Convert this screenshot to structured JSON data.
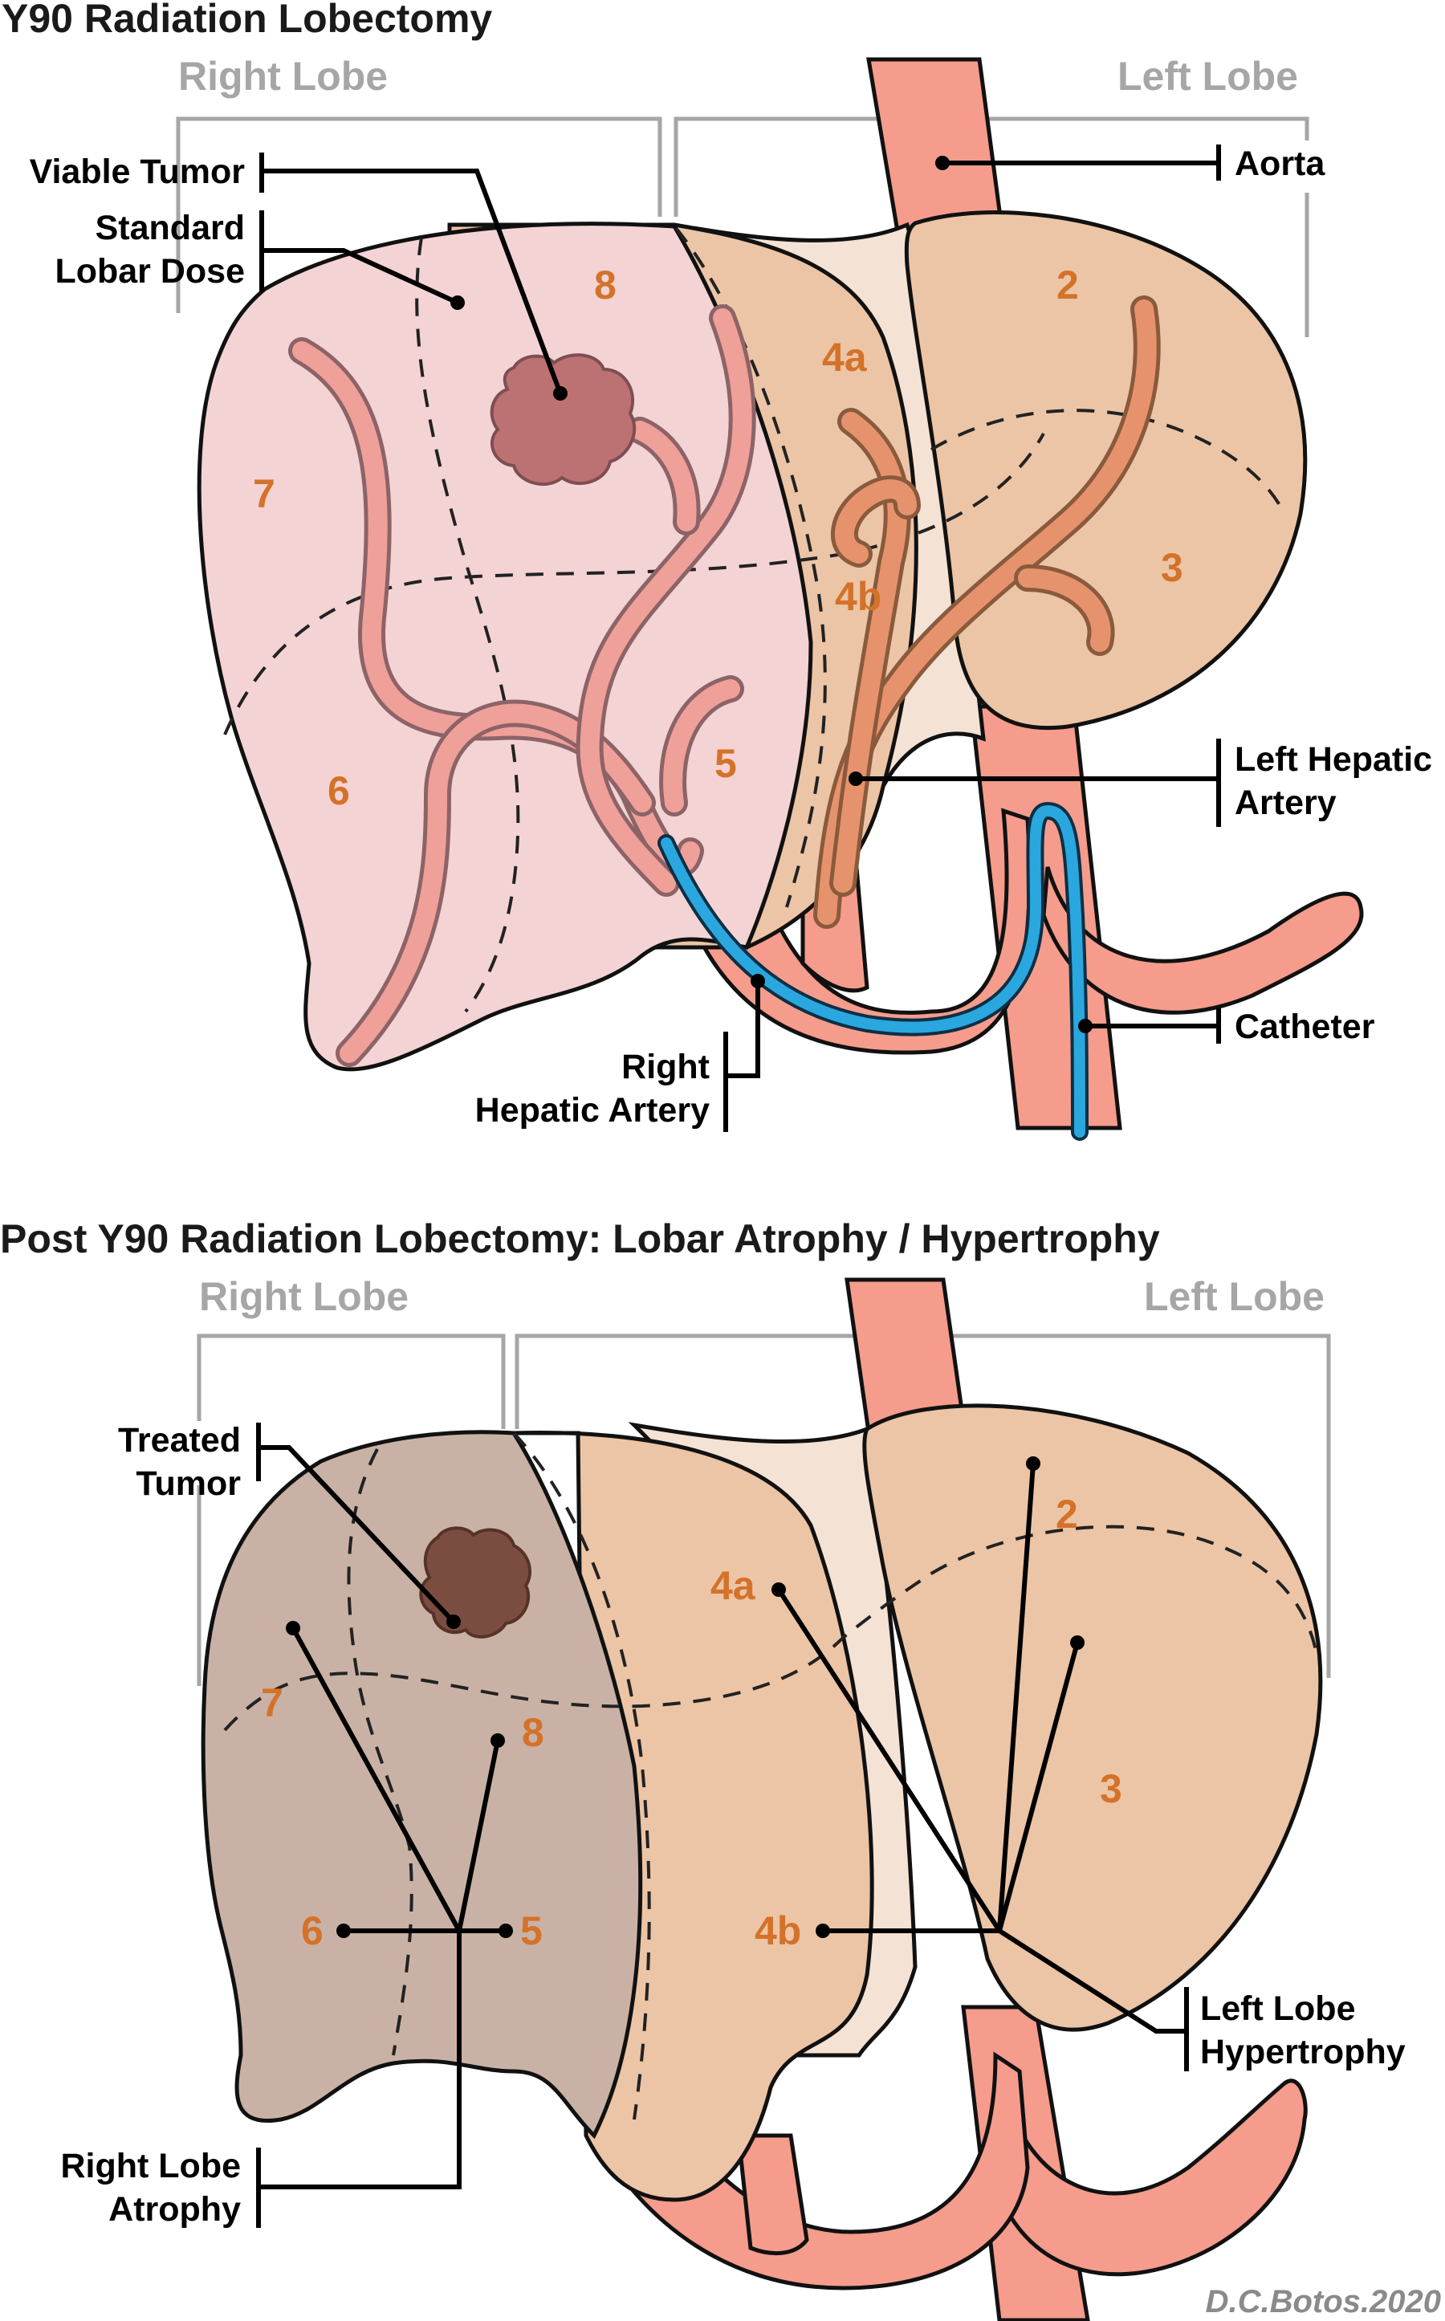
{
  "panel_top": {
    "title": "Y90 Radiation Lobectomy",
    "right_lobe_label": "Right Lobe",
    "left_lobe_label": "Left Lobe",
    "segments": [
      "8",
      "7",
      "6",
      "5",
      "4a",
      "4b",
      "2",
      "3"
    ],
    "callouts": {
      "viable_tumor": "Viable Tumor",
      "standard_dose_line1": "Standard",
      "standard_dose_line2": "Lobar Dose",
      "aorta": "Aorta",
      "left_hepatic_line1": "Left Hepatic",
      "left_hepatic_line2": "Artery",
      "catheter": "Catheter",
      "right_hepatic_line1": "Right",
      "right_hepatic_line2": "Hepatic Artery"
    }
  },
  "panel_bottom": {
    "title": "Post Y90 Radiation Lobectomy: Lobar Atrophy / Hypertrophy",
    "right_lobe_label": "Right Lobe",
    "left_lobe_label": "Left Lobe",
    "segments": [
      "7",
      "8",
      "6",
      "5",
      "4a",
      "2",
      "3",
      "4b"
    ],
    "callouts": {
      "treated_tumor_line1": "Treated",
      "treated_tumor_line2": "Tumor",
      "left_hypertrophy_line1": "Left Lobe",
      "left_hypertrophy_line2": "Hypertrophy",
      "right_atrophy_line1": "Right Lobe",
      "right_atrophy_line2": "Atrophy"
    }
  },
  "credit": "D.C.Botos.2020",
  "colors": {
    "treated_right_lobe": "#f4d3d5",
    "liver_left": "#ecc5a6",
    "atrophic_right_lobe": "#c9b2a5",
    "ligament": "#f4e2d4",
    "aorta": "#f59c8c",
    "right_artery": "#efa099",
    "left_artery": "#e6936d",
    "catheter": "#2aa7de",
    "tumor_viable": "#bc7173",
    "tumor_treated": "#7b4d40",
    "segment_number": "#d4722a"
  }
}
